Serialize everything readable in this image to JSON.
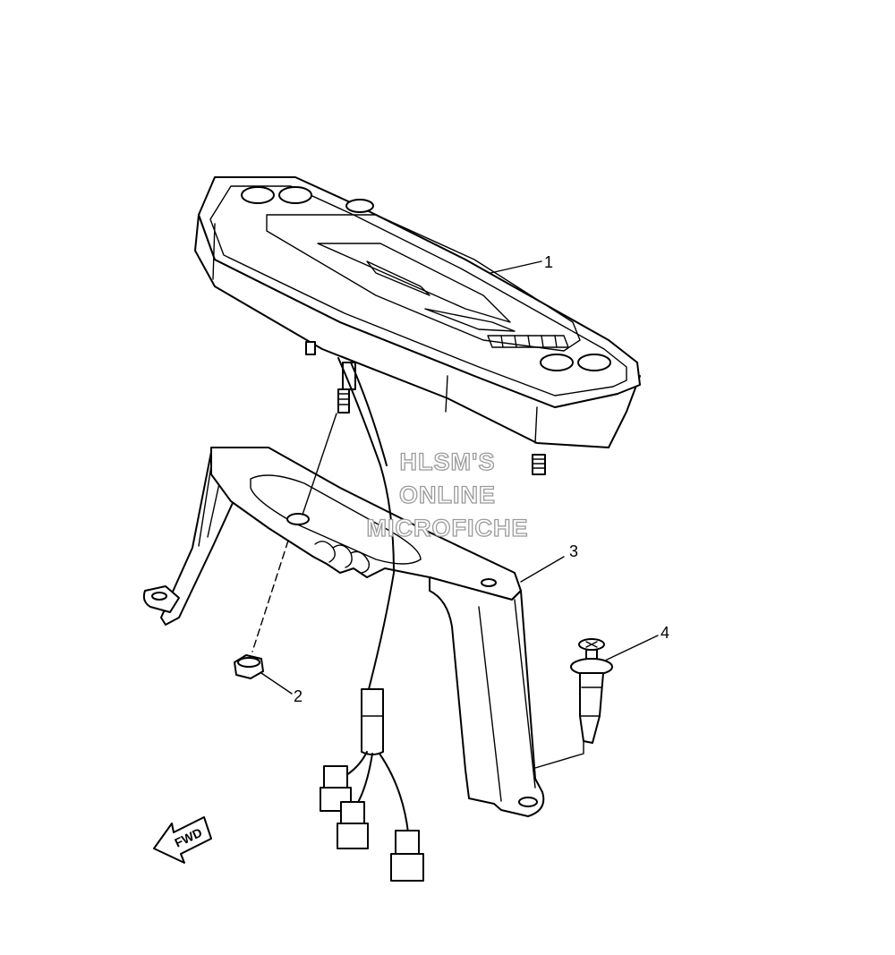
{
  "parts": [
    {
      "number": "1",
      "item": "meter-assembly"
    },
    {
      "number": "2",
      "item": "nut"
    },
    {
      "number": "3",
      "item": "meter-bracket"
    },
    {
      "number": "4",
      "item": "rivet"
    }
  ],
  "watermark": {
    "line1": "HLSM'S",
    "line2": "ONLINE",
    "line3": "MICROFICHE"
  },
  "direction": {
    "label": "FWD"
  },
  "colors": {
    "line": "#000000",
    "background": "#ffffff",
    "watermark_outline": "#9a9a9a"
  }
}
